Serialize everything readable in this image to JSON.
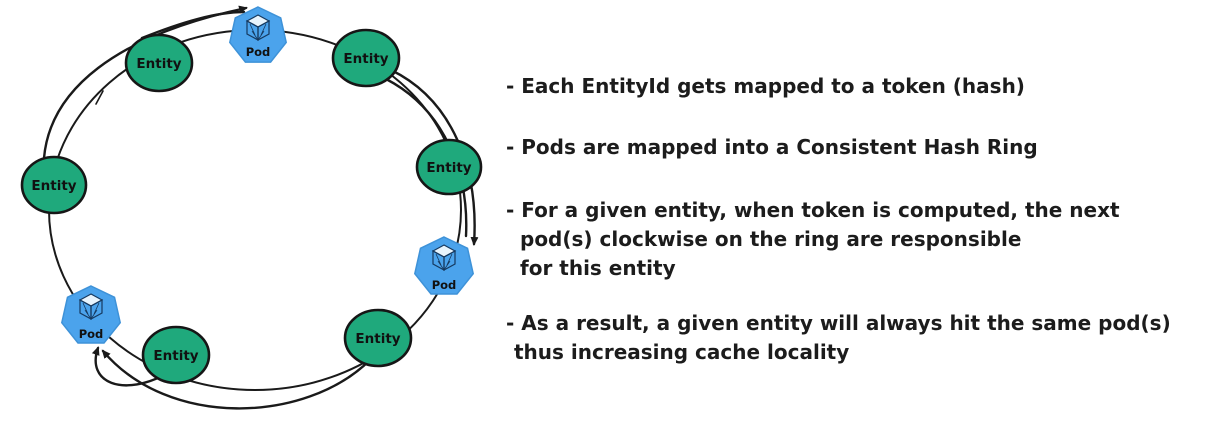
{
  "diagram": {
    "title": "consistent-hash-ring",
    "colors": {
      "entity_fill": "#1FA97C",
      "pod_fill": "#4BA3EC",
      "line": "#1A1A1A",
      "cube_stroke": "#16395F",
      "cube_top_fill": "#E8F4FD"
    },
    "nodes": [
      {
        "id": "pod-top",
        "type": "pod",
        "label": "Pod"
      },
      {
        "id": "entity-top-right",
        "type": "entity",
        "label": "Entity"
      },
      {
        "id": "entity-right",
        "type": "entity",
        "label": "Entity"
      },
      {
        "id": "pod-right",
        "type": "pod",
        "label": "Pod"
      },
      {
        "id": "entity-bottom-right",
        "type": "entity",
        "label": "Entity"
      },
      {
        "id": "entity-bottom-left",
        "type": "entity",
        "label": "Entity"
      },
      {
        "id": "pod-left",
        "type": "pod",
        "label": "Pod"
      },
      {
        "id": "entity-left",
        "type": "entity",
        "label": "Entity"
      },
      {
        "id": "entity-top-left",
        "type": "entity",
        "label": "Entity"
      }
    ],
    "arrows": [
      {
        "id": "entity-left-to-pod-top",
        "from": "entity-left",
        "to": "pod-top"
      },
      {
        "id": "entity-top-right-to-pod-right",
        "from": "entity-top-right",
        "to": "pod-right"
      },
      {
        "id": "entity-bottom-right-to-pod-left",
        "from": "entity-bottom-right",
        "to": "pod-left"
      },
      {
        "id": "entity-bottom-left-to-pod-left",
        "from": "entity-bottom-left",
        "to": "pod-left"
      }
    ]
  },
  "notes": {
    "bullets": [
      {
        "lines": [
          "- Each EntityId gets mapped to a token (hash)"
        ]
      },
      {
        "lines": [
          "- Pods are mapped into a Consistent Hash Ring"
        ]
      },
      {
        "lines": [
          "- For a given entity, when token is computed, the next",
          "pod(s) clockwise on the ring are responsible",
          "for this entity"
        ]
      },
      {
        "lines": [
          "- As a result, a given entity will always hit the same pod(s)",
          "thus increasing cache locality"
        ]
      }
    ]
  }
}
